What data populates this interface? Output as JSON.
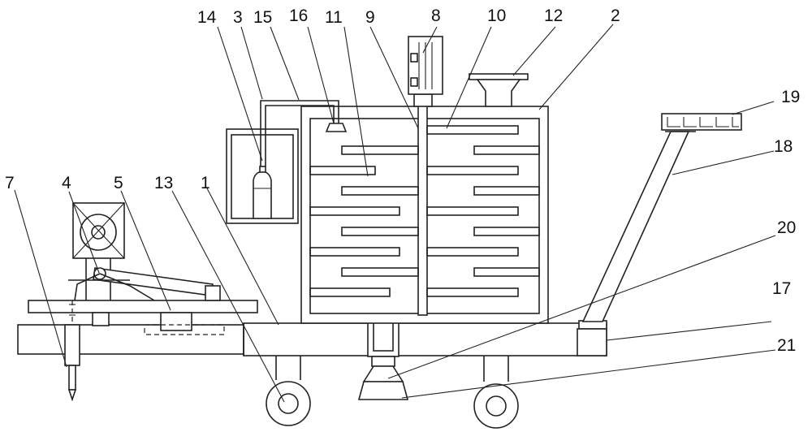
{
  "labels": [
    "1",
    "2",
    "3",
    "4",
    "5",
    "7",
    "8",
    "9",
    "10",
    "11",
    "12",
    "13",
    "14",
    "15",
    "16",
    "17",
    "18",
    "19",
    "20",
    "21"
  ]
}
